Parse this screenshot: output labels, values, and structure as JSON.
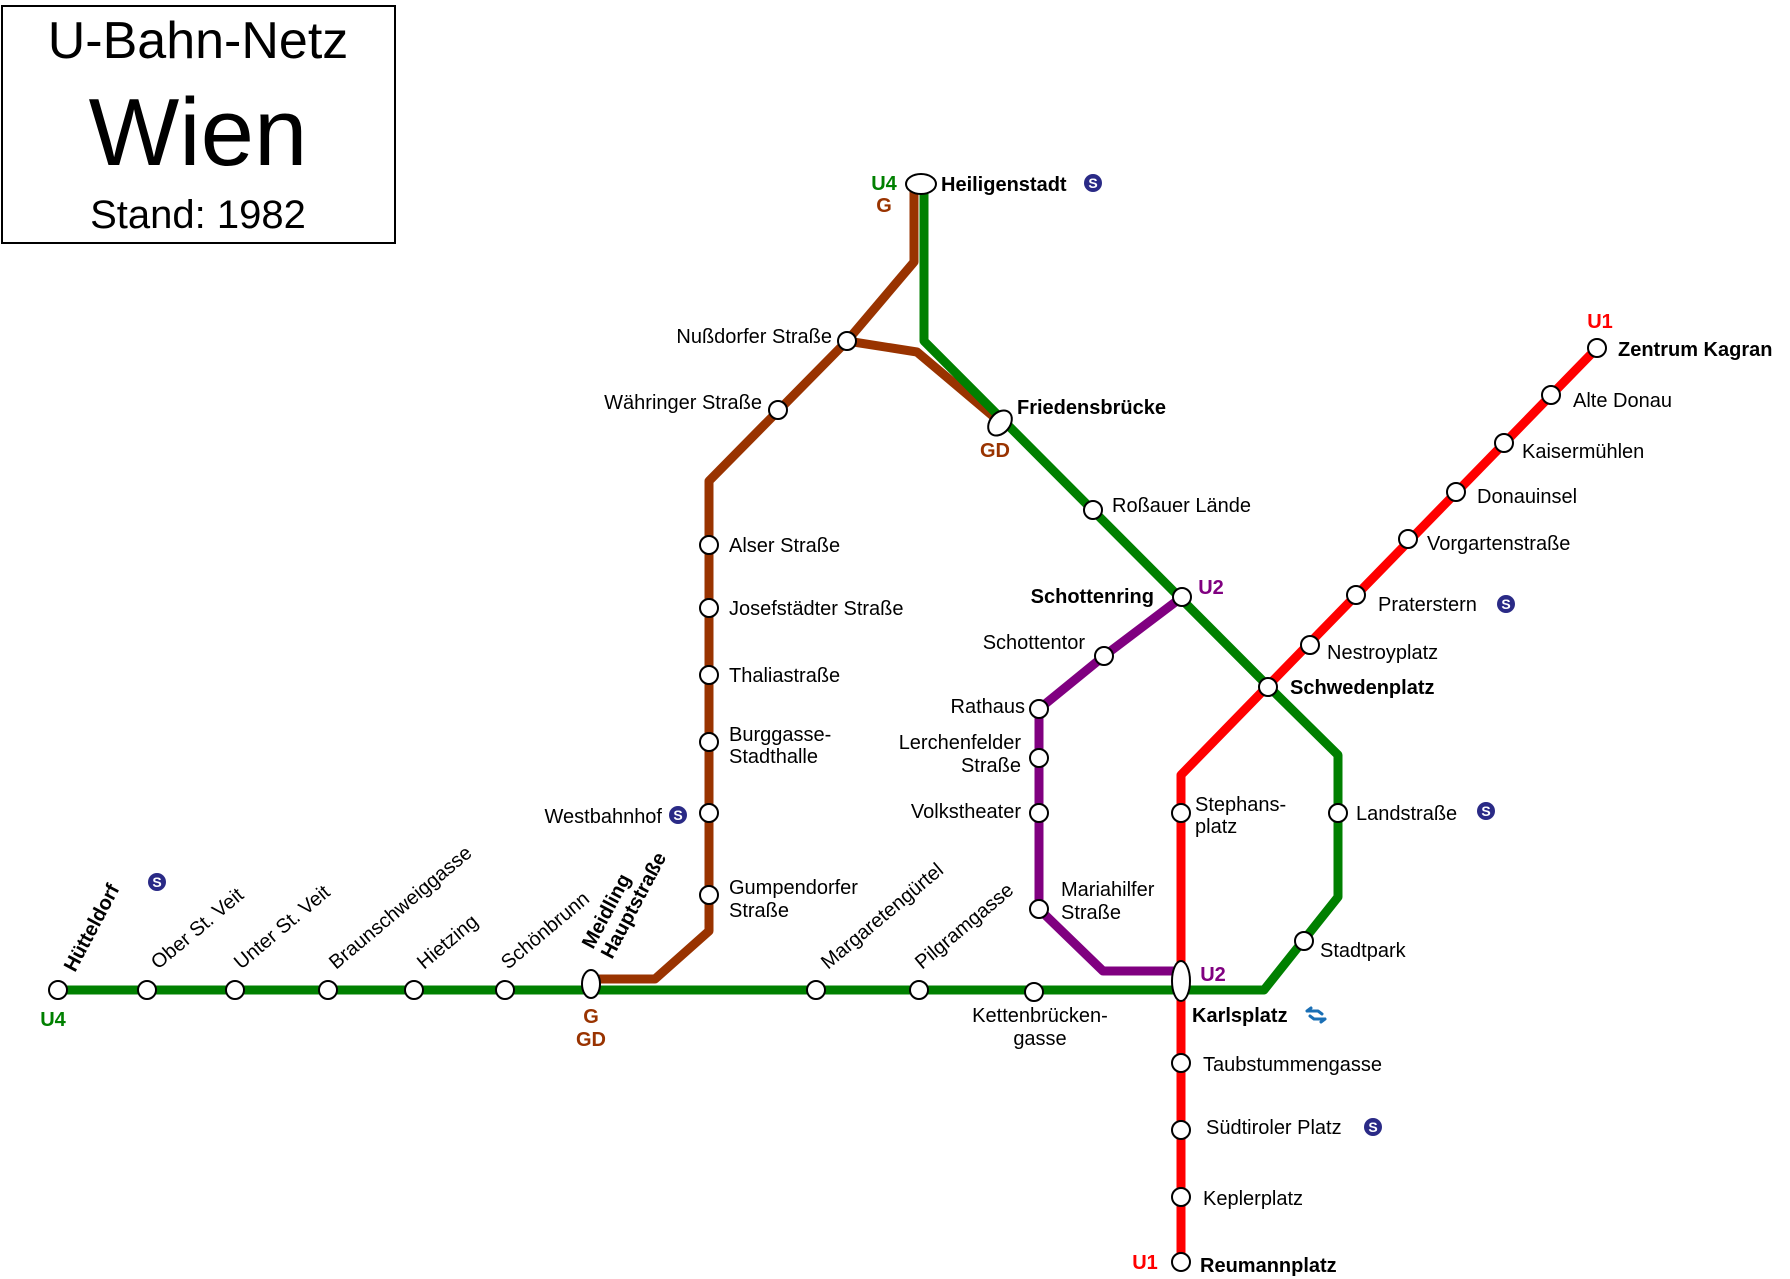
{
  "title": {
    "network": "U-Bahn-Netz",
    "city": "Wien",
    "status": "Stand: 1982"
  },
  "colors": {
    "U1": "#ff0000",
    "U2": "#800080",
    "U4": "#008000",
    "G": "#993300",
    "sbahn": "#2a2a86",
    "badbahn": "#1a6fb5"
  },
  "line_tags": {
    "u4_top": "U4",
    "g_top": "G",
    "gd_friedens": "GD",
    "u1_top": "U1",
    "u2_schottenring": "U2",
    "u2_karlsplatz": "U2",
    "u4_west": "U4",
    "g_meidling": "G",
    "gd_meidling": "GD",
    "u1_bottom": "U1"
  },
  "stations": {
    "heiligenstadt": "Heiligenstadt",
    "nussdorfer_strasse": "Nußdorfer Straße",
    "waehringer_strasse": "Währinger Straße",
    "friedensbruecke": "Friedensbrücke",
    "rossauer_laende": "Roßauer Lände",
    "alser_strasse": "Alser Straße",
    "josefstaedter_strasse": "Josefstädter Straße",
    "thaliastrasse": "Thaliastraße",
    "burggasse_1": "Burggasse-",
    "burggasse_2": "Stadthalle",
    "westbahnhof": "Westbahnhof",
    "gumpendorfer_1": "Gumpendorfer",
    "gumpendorfer_2": "Straße",
    "zentrum_kagran": "Zentrum Kagran",
    "alte_donau": "Alte Donau",
    "kaisermuehlen": "Kaisermühlen",
    "donauinsel": "Donauinsel",
    "vorgartenstrasse": "Vorgartenstraße",
    "praterstern": "Praterstern",
    "nestroyplatz": "Nestroyplatz",
    "schwedenplatz": "Schwedenplatz",
    "schottenring": "Schottenring",
    "schottentor": "Schottentor",
    "rathaus": "Rathaus",
    "lerchenfelder_1": "Lerchenfelder",
    "lerchenfelder_2": "Straße",
    "volkstheater": "Volkstheater",
    "mariahilfer_1": "Mariahilfer",
    "mariahilfer_2": "Straße",
    "stephansplatz_1": "Stephans-",
    "stephansplatz_2": "platz",
    "landstrasse": "Landstraße",
    "stadtpark": "Stadtpark",
    "karlsplatz": "Karlsplatz",
    "kettenbruecken_1": "Kettenbrücken-",
    "kettenbruecken_2": "gasse",
    "taubstummengasse": "Taubstummengasse",
    "suedtiroler_platz": "Südtiroler Platz",
    "keplerplatz": "Keplerplatz",
    "reumannplatz": "Reumannplatz",
    "huetteldorf": "Hütteldorf",
    "ober_st_veit": "Ober St. Veit",
    "unter_st_veit": "Unter St. Veit",
    "braunschweiggasse": "Braunschweiggasse",
    "hietzing": "Hietzing",
    "schoenbrunn": "Schönbrunn",
    "meidling_1": "Meidling",
    "meidling_2": "Hauptstraße",
    "margaretenguertel": "Margaretengürtel",
    "pilgramgasse": "Pilgramgasse"
  },
  "sbahn_symbol": "S"
}
